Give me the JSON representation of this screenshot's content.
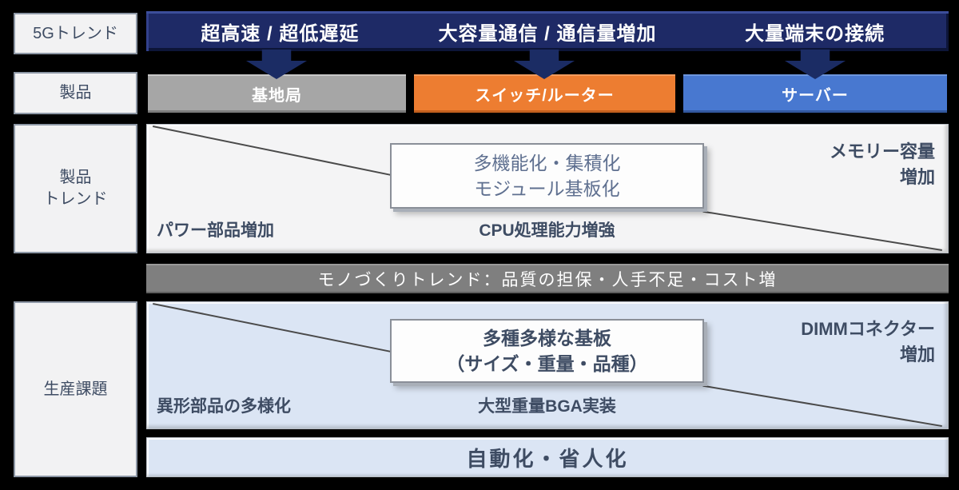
{
  "colors": {
    "background": "#000000",
    "trend_bar": "#1E2A66",
    "arrow": "#1B2C64",
    "product_base_station": "#A6A6A6",
    "product_switch_router": "#ED7D31",
    "product_server": "#4878D0",
    "trend_panel": "#F4F4F5",
    "manufacturing_bar": "#7F7F7F",
    "production_panel": "#DBE5F4",
    "dark_text": "#3E4C63",
    "muted_box_text": "#5F7090"
  },
  "sidebar": {
    "trend5g_label": "5Gトレンド",
    "product_label": "製品",
    "product_trend_label_line1": "製品",
    "product_trend_label_line2": "トレンド",
    "production_label": "生産課題"
  },
  "trend5g_bar": {
    "items": [
      {
        "label": "超高速 / 超低遅延"
      },
      {
        "label": "大容量通信 / 通信量増加"
      },
      {
        "label": "大量端末の接続"
      }
    ]
  },
  "products": {
    "items": [
      {
        "label": "基地局"
      },
      {
        "label": "スイッチ/ルーター"
      },
      {
        "label": "サーバー"
      }
    ]
  },
  "product_trend": {
    "center_box": {
      "line1": "多機能化・集積化",
      "line2": "モジュール基板化"
    },
    "left_note": "パワー部品増加",
    "center_note": "CPU処理能力増強",
    "right_note_line1": "メモリー容量",
    "right_note_line2": "増加"
  },
  "manufacturing_bar": {
    "label": "モノづくりトレンド：品質の担保・人手不足・コスト増"
  },
  "production_issues": {
    "center_box": {
      "line1": "多種多様な基板",
      "line2": "（サイズ・重量・品種）"
    },
    "left_note": "異形部品の多様化",
    "center_note": "大型重量BGA実装",
    "right_note_line1": "DIMMコネクター",
    "right_note_line2": "増加"
  },
  "automation_bar": {
    "label": "自動化・省人化"
  }
}
